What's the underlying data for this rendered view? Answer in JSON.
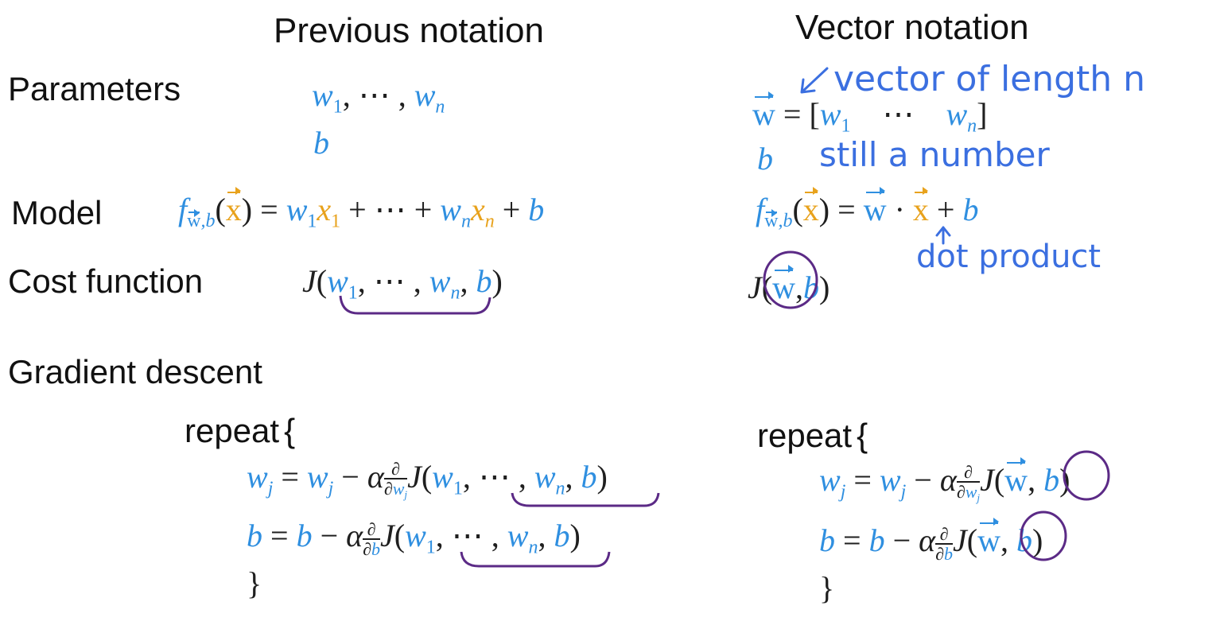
{
  "headers": {
    "previous": "Previous notation",
    "vector": "Vector notation"
  },
  "labels": {
    "parameters": "Parameters",
    "model": "Model",
    "cost": "Cost function",
    "gradient": "Gradient descent"
  },
  "annotations": {
    "vector_len": "vector of length n",
    "still_number": "still a number",
    "dot_product": "dot product"
  },
  "repeat": {
    "word": "repeat",
    "open": "{",
    "close": "}"
  },
  "colors": {
    "blue": "#2f8fe0",
    "orange": "#e8a21c",
    "ink": "#1f1f1f",
    "purple": "#5b2a86",
    "hand": "#3b6fe0"
  }
}
